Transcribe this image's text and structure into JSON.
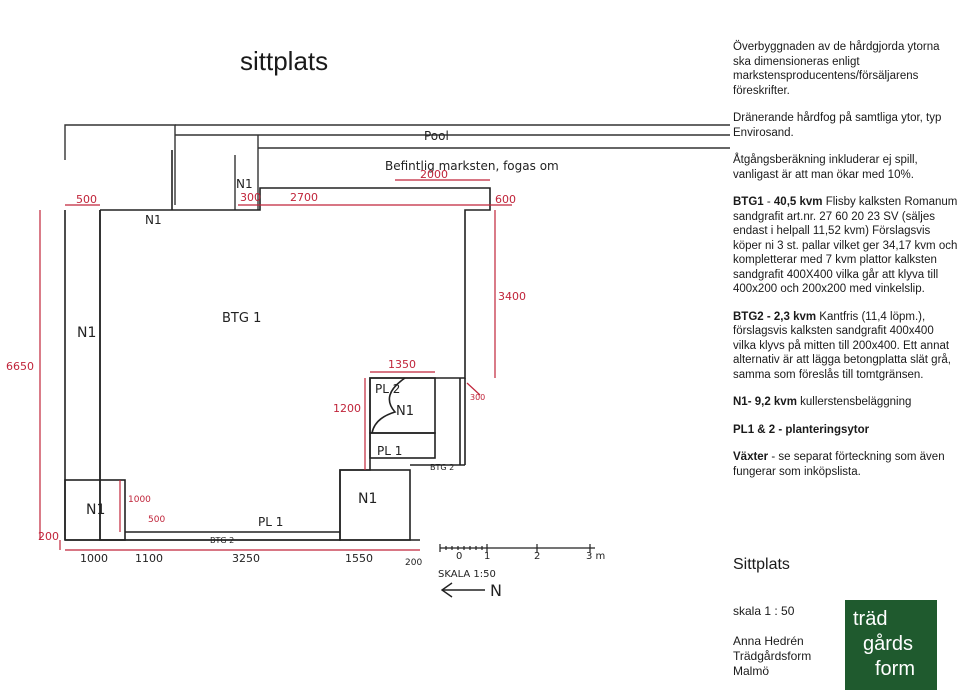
{
  "title": "sittplats",
  "plan": {
    "pool": "Pool",
    "befintlig": "Befintlig marksten, fogas om",
    "areas": {
      "btg1": "BTG 1",
      "n1_top": "N1",
      "n1_topbar": "N1",
      "n1_left": "N1",
      "n1_mid": "N1",
      "n1_bottom_left": "N1",
      "n1_bottom_mid": "N1",
      "pl1_mid": "PL 1",
      "pl1_bottom": "PL 1",
      "pl2": "PL 2",
      "btg2_bottom": "BTG 2",
      "btg2_right": "BTG 2"
    },
    "dims": {
      "d500_top": "500",
      "d300_top": "300",
      "d2700": "2700",
      "d2000": "2000",
      "d600": "600",
      "d3400": "3400",
      "d6650": "6650",
      "d1350": "1350",
      "d1200": "1200",
      "d300_right": "300",
      "d1000_v": "1000",
      "d500_v": "500",
      "d200_left": "200",
      "d1000": "1000",
      "d1100": "1100",
      "d3250": "3250",
      "d1550": "1550",
      "d200": "200"
    },
    "scalebar": {
      "ticks": [
        "0",
        "1",
        "2",
        "3 m"
      ],
      "label": "SKALA 1:50",
      "north": "N"
    }
  },
  "notes": {
    "p1": "Överbyggnaden av de hårdgjorda ytorna ska dimensioneras enligt markstensproducentens/försäljarens föreskrifter.",
    "p2": "Dränerande hårdfog på samtliga ytor, typ Envirosand.",
    "p3": "Åtgångsberäkning inkluderar ej spill, vanligast är att man ökar med 10%.",
    "btg1_head": "BTG1",
    "btg1_mid": " - ",
    "btg1_area": "40,5 kvm",
    "btg1_text": " Flisby kalksten Romanum sandgrafit art.nr. 27 60 20 23 SV (säljes endast i helpall 11,52 kvm) Förslagsvis köper ni 3 st. pallar vilket ger 34,17 kvm och kompletterar med 7 kvm plattor kalksten sandgrafit 400X400 vilka går att klyva till 400x200 och 200x200 med vinkelslip.",
    "btg2_head": "BTG2 - 2,3 kvm",
    "btg2_text": " Kantfris (11,4 löpm.), förslagsvis kalksten sandgrafit 400x400 vilka klyvs på mitten till 200x400. Ett annat alternativ är att lägga betongplatta slät grå, samma som föreslås till tomtgränsen.",
    "n1_head": "N1- 9,2 kvm",
    "n1_text": " kullerstensbeläggning",
    "pl_head": "PL1 & 2 - planteringsytor",
    "vaxter_head": "Växter",
    "vaxter_text": " - se separat förteckning som även fungerar som inköpslista."
  },
  "subtitle": "Sittplats",
  "scale": "skala 1 : 50",
  "author": {
    "name": "Anna Hedrén",
    "company": "Trädgårdsform",
    "city": "Malmö"
  },
  "logo": {
    "line1": "träd",
    "line2": "gårds",
    "line3": "form"
  },
  "colors": {
    "dimension": "#c0243a",
    "logo_bg": "#1f5a2e"
  }
}
